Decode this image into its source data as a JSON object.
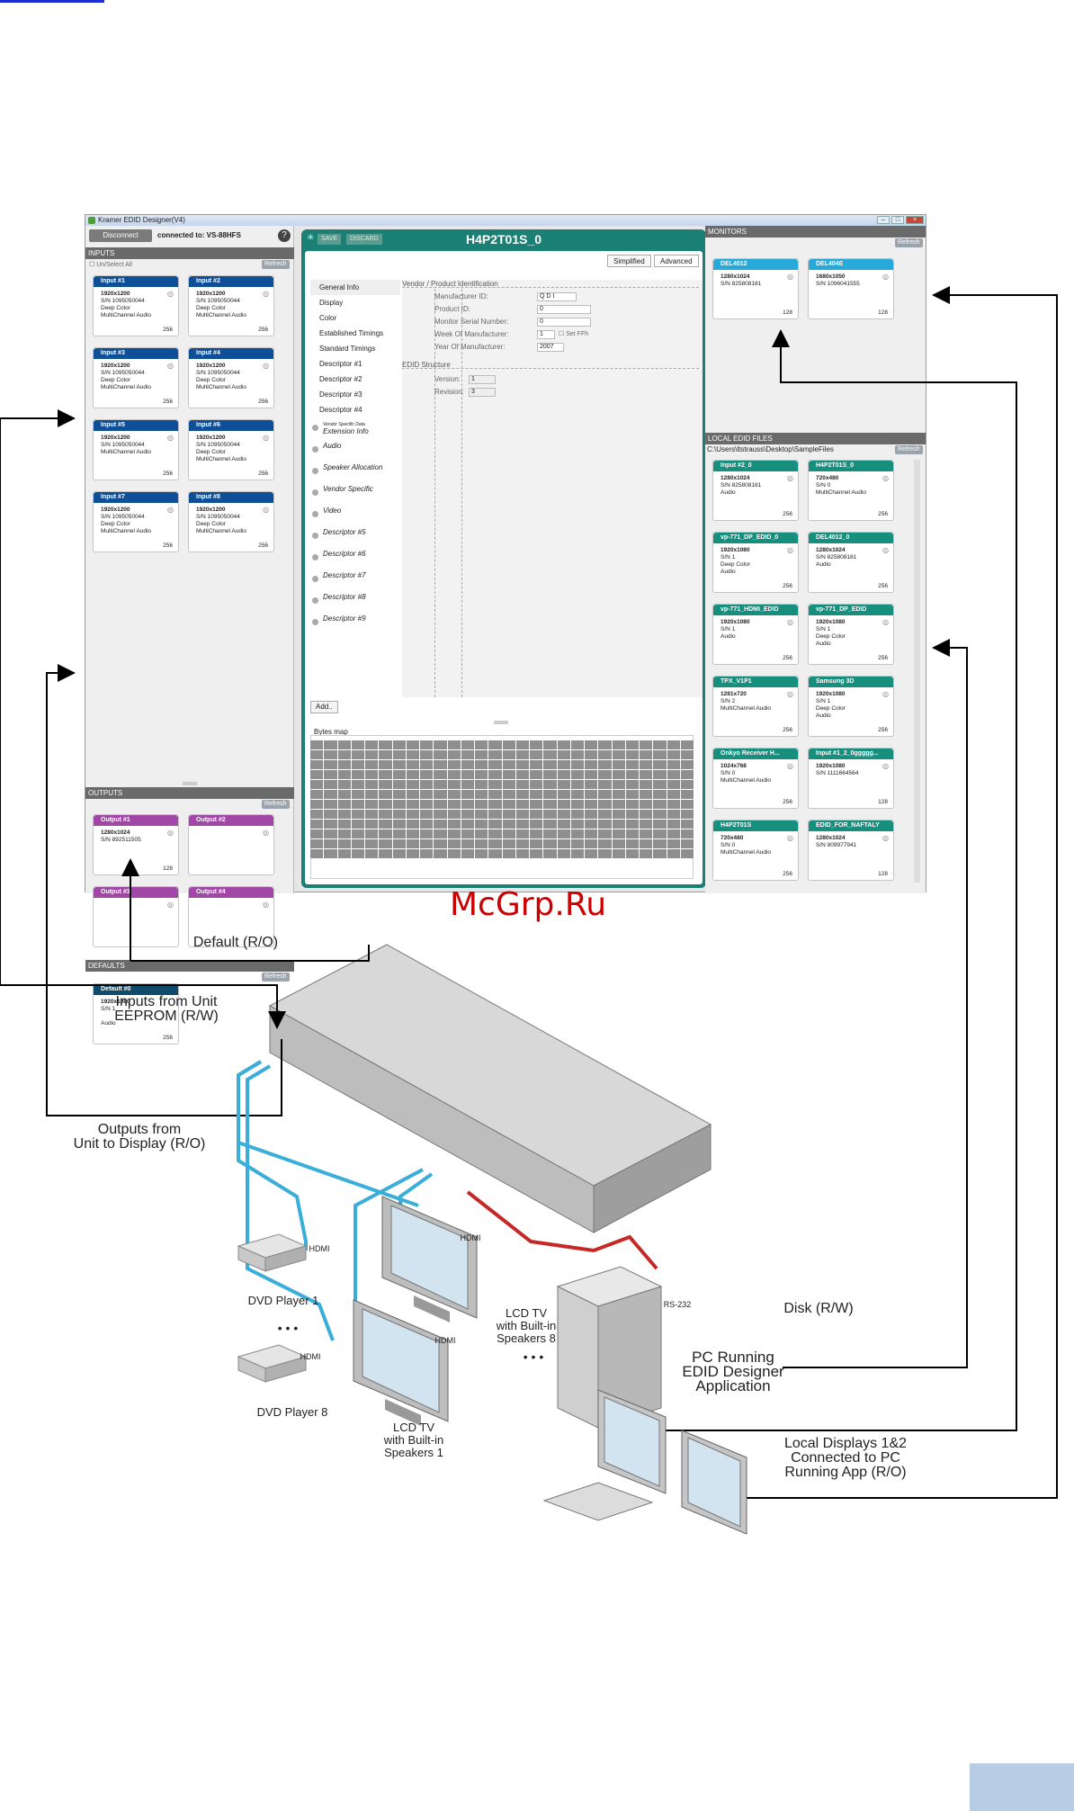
{
  "app": {
    "title": "Kramer EDID Designer(V4)",
    "disconnect": "Disconnect",
    "connected": "connected to: VS-88HFS",
    "help": "?"
  },
  "inputs": {
    "header": "INPUTS",
    "refresh": "Refresh",
    "select_all": "Un/Select All",
    "cards": [
      {
        "name": "Input #1",
        "res": "1920x1200",
        "sn": "S/N 1095050044",
        "f1": "Deep Color",
        "f2": "MultiChannel Audio",
        "num": "256"
      },
      {
        "name": "Input #2",
        "res": "1920x1200",
        "sn": "S/N 1095050044",
        "f1": "Deep Color",
        "f2": "MultiChannel Audio",
        "num": "256"
      },
      {
        "name": "Input #3",
        "res": "1920x1200",
        "sn": "S/N 1095050044",
        "f1": "Deep Color",
        "f2": "MultiChannel Audio",
        "num": "256"
      },
      {
        "name": "Input #4",
        "res": "1920x1200",
        "sn": "S/N 1095050044",
        "f1": "Deep Color",
        "f2": "MultiChannel Audio",
        "num": "256"
      },
      {
        "name": "Input #5",
        "res": "1920x1200",
        "sn": "S/N 1095050044",
        "f1": "",
        "f2": "MultiChannel Audio",
        "num": "256"
      },
      {
        "name": "Input #6",
        "res": "1920x1200",
        "sn": "S/N 1095050044",
        "f1": "Deep Color",
        "f2": "MultiChannel Audio",
        "num": "256"
      },
      {
        "name": "Input #7",
        "res": "1920x1200",
        "sn": "S/N 1095050044",
        "f1": "Deep Color",
        "f2": "MultiChannel Audio",
        "num": "256"
      },
      {
        "name": "Input #8",
        "res": "1920x1200",
        "sn": "S/N 1095050044",
        "f1": "Deep Color",
        "f2": "MultiChannel Audio",
        "num": "256"
      }
    ]
  },
  "outputs": {
    "header": "OUTPUTS",
    "refresh": "Refresh",
    "cards": [
      {
        "name": "Output #1",
        "res": "1280x1024",
        "sn": "S/N 892511505",
        "num": "128"
      },
      {
        "name": "Output #2",
        "res": "",
        "sn": "",
        "num": ""
      },
      {
        "name": "Output #3",
        "res": "",
        "sn": "",
        "num": ""
      },
      {
        "name": "Output #4",
        "res": "",
        "sn": "",
        "num": ""
      }
    ]
  },
  "defaults": {
    "header": "DEFAULTS",
    "refresh": "Refresh",
    "card": {
      "name": "Default #0",
      "res": "1920x1080",
      "sn": "S/N 1",
      "f1": "Audio",
      "num": "256"
    }
  },
  "editor": {
    "save": "SAVE",
    "discard": "DISCARD",
    "title": "H4P2T01S_0",
    "tab_simplified": "Simplified",
    "tab_advanced": "Advanced",
    "nav": [
      "General Info",
      "Display",
      "Color",
      "Established Timings",
      "Standard Timings",
      "Descriptor #1",
      "Descriptor #2",
      "Descriptor #3",
      "Descriptor #4"
    ],
    "blocks": [
      {
        "tag": "Vendor Specific Data",
        "label": "Extension Info"
      },
      {
        "tag": "",
        "label": "Audio"
      },
      {
        "tag": "",
        "label": "Speaker Allocation"
      },
      {
        "tag": "",
        "label": "Vendor Specific"
      },
      {
        "tag": "",
        "label": "Video"
      },
      {
        "tag": "",
        "label": "Descriptor #5"
      },
      {
        "tag": "",
        "label": "Descriptor #6"
      },
      {
        "tag": "",
        "label": "Descriptor #7"
      },
      {
        "tag": "",
        "label": "Descriptor #8"
      },
      {
        "tag": "",
        "label": "Descriptor #9"
      }
    ],
    "vendor_section": "Vendor / Product Identification",
    "manufacturer_id_label": "Manufacturer ID:",
    "manufacturer_id": "Q  D  I",
    "product_id_label": "Product ID:",
    "product_id": "0",
    "serial_label": "Monitor Serial Number:",
    "serial": "0",
    "week_label": "Week Of Manufacturer:",
    "week": "1",
    "set_ffh": "Set FFh",
    "year_label": "Year Of Manufacturer:",
    "year": "2007",
    "edid_structure": "EDID Structure",
    "version_label": "Version:",
    "version": "1",
    "revision_label": "Revision:",
    "revision": "3",
    "add": "Add..",
    "bytes_map": "Bytes map"
  },
  "monitors": {
    "header": "MONITORS",
    "refresh": "Refresh",
    "cards": [
      {
        "name": "DEL4012",
        "res": "1280x1024",
        "sn": "S/N 825808181",
        "num": "128"
      },
      {
        "name": "DEL404E",
        "res": "1680x1050",
        "sn": "S/N 1096041555",
        "num": "128"
      }
    ]
  },
  "local": {
    "header": "LOCAL EDID FILES",
    "path": "C:\\Users\\ltstrauss\\Desktop\\SampleFiles",
    "refresh": "Refresh",
    "cards": [
      {
        "name": "Input #2_0",
        "res": "1280x1024",
        "sn": "S/N 825808181",
        "f1": "",
        "f2": "Audio",
        "num": "256",
        "color": "teal"
      },
      {
        "name": "H4P2T01S_0",
        "res": "720x480",
        "sn": "S/N 0",
        "f1": "",
        "f2": "MultiChannel Audio",
        "num": "256",
        "color": "teal"
      },
      {
        "name": "vp-771_DP_EDID_0",
        "res": "1920x1080",
        "sn": "S/N 1",
        "f1": "Deep Color",
        "f2": "Audio",
        "num": "256",
        "color": "teal"
      },
      {
        "name": "DEL4012_0",
        "res": "1280x1024",
        "sn": "S/N 825808181",
        "f1": "",
        "f2": "Audio",
        "num": "256",
        "color": "teal"
      },
      {
        "name": "vp-771_HDMI_EDID",
        "res": "1920x1080",
        "sn": "S/N 1",
        "f1": "",
        "f2": "Audio",
        "num": "256",
        "color": "teal"
      },
      {
        "name": "vp-771_DP_EDID",
        "res": "1920x1080",
        "sn": "S/N 1",
        "f1": "Deep Color",
        "f2": "Audio",
        "num": "256",
        "color": "teal"
      },
      {
        "name": "TPX_V1P1",
        "res": "1281x720",
        "sn": "S/N 2",
        "f1": "",
        "f2": "MultiChannel Audio",
        "num": "256",
        "color": "teal"
      },
      {
        "name": "Samsung 3D",
        "res": "1920x1080",
        "sn": "S/N 1",
        "f1": "Deep Color",
        "f2": "Audio",
        "num": "256",
        "color": "teal"
      },
      {
        "name": "Onkyo Receiver H...",
        "res": "1024x768",
        "sn": "S/N 0",
        "f1": "",
        "f2": "MultiChannel Audio",
        "num": "256",
        "color": "teal"
      },
      {
        "name": "Input #1_2_0ggggg...",
        "res": "1920x1080",
        "sn": "S/N 1111664564",
        "f1": "",
        "f2": "",
        "num": "128",
        "color": "teal"
      },
      {
        "name": "H4P2T01S",
        "res": "720x480",
        "sn": "S/N 0",
        "f1": "",
        "f2": "MultiChannel Audio",
        "num": "256",
        "color": "teal"
      },
      {
        "name": "EDID_FOR_NAFTALY",
        "res": "1280x1024",
        "sn": "S/N 809977941",
        "f1": "",
        "f2": "",
        "num": "128",
        "color": "teal"
      }
    ]
  },
  "annotations": {
    "default": "Default (R/O)",
    "inputs": "Inputs from Unit\nEEPROM (R/W)",
    "outputs": "Outputs from\nUnit to Display (R/O)",
    "disk": "Disk (R/W)",
    "pc": "PC Running\nEDID Designer\nApplication",
    "local_displays": "Local Displays 1&2\nConnected to PC\nRunning App (R/O)",
    "dvd1": "DVD Player 1",
    "dvd8": "DVD Player 8",
    "lcd8": "LCD TV\nwith Built-in\nSpeakers 8",
    "lcd1": "LCD TV\nwith Built-in\nSpeakers 1",
    "hdmi": "HDMI",
    "rs232": "RS-232",
    "dots": "• • •"
  },
  "watermark": "McGrp.Ru",
  "colors": {
    "input_header": "#0e4f98",
    "output_header": "#a148a6",
    "default_header": "#0f4b6b",
    "monitor_header": "#27a9d9",
    "local_header": "#168f7e",
    "editor_frame": "#1a7f74",
    "hdmi_cable": "#3aaed8",
    "rs232_cable": "#c62828"
  }
}
